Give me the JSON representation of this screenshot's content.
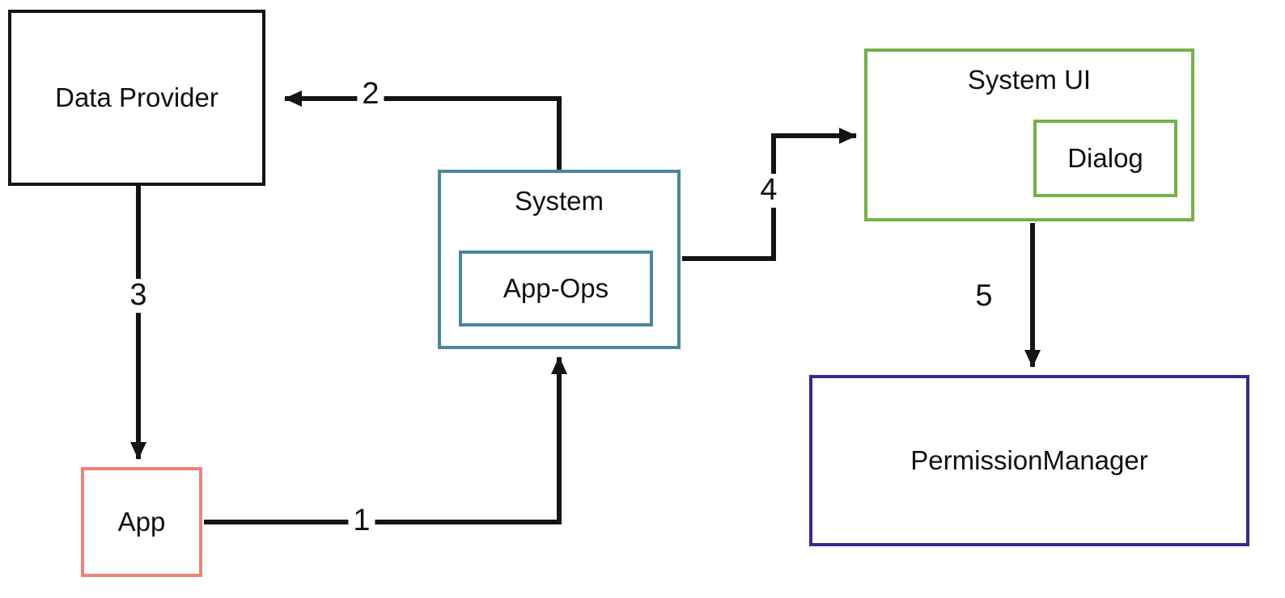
{
  "diagram": {
    "nodes": {
      "data_provider": {
        "label": "Data Provider",
        "border_color": "#141414"
      },
      "app": {
        "label": "App",
        "border_color": "#f08078"
      },
      "system": {
        "label": "System",
        "border_color": "#4a8796"
      },
      "app_ops": {
        "label": "App-Ops",
        "border_color": "#4a8796"
      },
      "system_ui": {
        "label": "System UI",
        "border_color": "#74b049"
      },
      "dialog": {
        "label": "Dialog",
        "border_color": "#74b049"
      },
      "permission_manager": {
        "label": "PermissionManager",
        "border_color": "#332c90"
      }
    },
    "arrows": {
      "arrow1": {
        "label": "1",
        "from": "App",
        "to": "System"
      },
      "arrow2": {
        "label": "2",
        "from": "System",
        "to": "Data Provider"
      },
      "arrow3": {
        "label": "3",
        "from": "Data Provider",
        "to": "App"
      },
      "arrow4": {
        "label": "4",
        "from": "System",
        "to": "System UI"
      },
      "arrow5": {
        "label": "5",
        "from": "System UI",
        "to": "PermissionManager"
      }
    },
    "arrow_color": "#141414",
    "background": "#ffffff"
  }
}
